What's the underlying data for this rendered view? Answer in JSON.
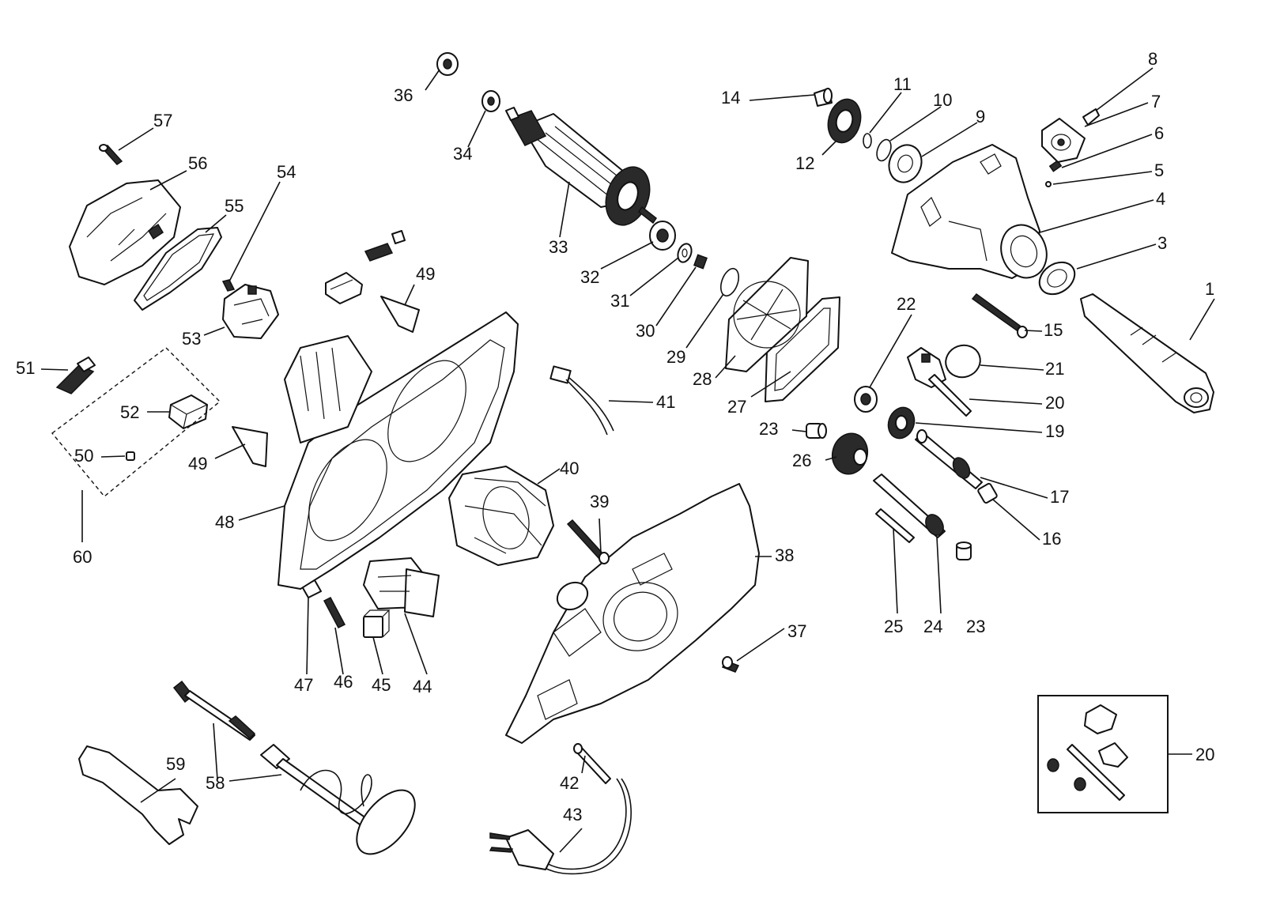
{
  "callouts": [
    {
      "id": "c1",
      "text": "1"
    },
    {
      "id": "c3",
      "text": "3"
    },
    {
      "id": "c4",
      "text": "4"
    },
    {
      "id": "c5",
      "text": "5"
    },
    {
      "id": "c6",
      "text": "6"
    },
    {
      "id": "c7",
      "text": "7"
    },
    {
      "id": "c8",
      "text": "8"
    },
    {
      "id": "c9",
      "text": "9"
    },
    {
      "id": "c10",
      "text": "10"
    },
    {
      "id": "c11",
      "text": "11"
    },
    {
      "id": "c12",
      "text": "12"
    },
    {
      "id": "c14",
      "text": "14"
    },
    {
      "id": "c15",
      "text": "15"
    },
    {
      "id": "c16",
      "text": "16"
    },
    {
      "id": "c17",
      "text": "17"
    },
    {
      "id": "c19",
      "text": "19"
    },
    {
      "id": "c20a",
      "text": "20"
    },
    {
      "id": "c20b",
      "text": "20"
    },
    {
      "id": "c21",
      "text": "21"
    },
    {
      "id": "c22",
      "text": "22"
    },
    {
      "id": "c23a",
      "text": "23"
    },
    {
      "id": "c23b",
      "text": "23"
    },
    {
      "id": "c24",
      "text": "24"
    },
    {
      "id": "c25",
      "text": "25"
    },
    {
      "id": "c26",
      "text": "26"
    },
    {
      "id": "c27",
      "text": "27"
    },
    {
      "id": "c28",
      "text": "28"
    },
    {
      "id": "c29",
      "text": "29"
    },
    {
      "id": "c30",
      "text": "30"
    },
    {
      "id": "c31",
      "text": "31"
    },
    {
      "id": "c32",
      "text": "32"
    },
    {
      "id": "c33",
      "text": "33"
    },
    {
      "id": "c34",
      "text": "34"
    },
    {
      "id": "c36",
      "text": "36"
    },
    {
      "id": "c37",
      "text": "37"
    },
    {
      "id": "c38",
      "text": "38"
    },
    {
      "id": "c39",
      "text": "39"
    },
    {
      "id": "c40",
      "text": "40"
    },
    {
      "id": "c41",
      "text": "41"
    },
    {
      "id": "c42",
      "text": "42"
    },
    {
      "id": "c43",
      "text": "43"
    },
    {
      "id": "c44",
      "text": "44"
    },
    {
      "id": "c45",
      "text": "45"
    },
    {
      "id": "c46",
      "text": "46"
    },
    {
      "id": "c47",
      "text": "47"
    },
    {
      "id": "c48",
      "text": "48"
    },
    {
      "id": "c49a",
      "text": "49"
    },
    {
      "id": "c49b",
      "text": "49"
    },
    {
      "id": "c50",
      "text": "50"
    },
    {
      "id": "c51",
      "text": "51"
    },
    {
      "id": "c52",
      "text": "52"
    },
    {
      "id": "c53",
      "text": "53"
    },
    {
      "id": "c54",
      "text": "54"
    },
    {
      "id": "c55",
      "text": "55"
    },
    {
      "id": "c56",
      "text": "56"
    },
    {
      "id": "c57",
      "text": "57"
    },
    {
      "id": "c58",
      "text": "58"
    },
    {
      "id": "c59",
      "text": "59"
    },
    {
      "id": "c60",
      "text": "60"
    }
  ]
}
